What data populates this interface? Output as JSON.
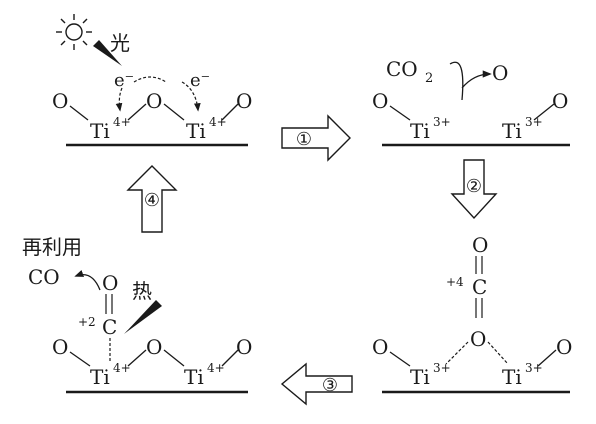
{
  "panel1": {
    "light": "光",
    "e_left": "e⁻",
    "e_right": "e⁻",
    "o_left": "O",
    "o_bridge": "O",
    "o_right": "O",
    "ti_left": "Ti",
    "ti_left_charge": "4+",
    "ti_right": "Ti",
    "ti_right_charge": "4+"
  },
  "panel2": {
    "co2": "CO",
    "co2_sub": "2",
    "o_released": "O",
    "o_left": "O",
    "o_right": "O",
    "ti_left": "Ti",
    "ti_left_charge": "3+",
    "ti_right": "Ti",
    "ti_right_charge": "3+"
  },
  "panel3": {
    "o_top": "O",
    "c_center": "C",
    "c_charge": "+4",
    "o_bridge": "O",
    "o_left": "O",
    "o_right": "O",
    "ti_left": "Ti",
    "ti_left_charge": "3+",
    "ti_right": "Ti",
    "ti_right_charge": "3+"
  },
  "panel4": {
    "reuse": "再利用",
    "co": "CO",
    "heat": "热",
    "o_top": "O",
    "c_center": "C",
    "c_charge": "+2",
    "o_left": "O",
    "o_bridge": "O",
    "o_right": "O",
    "ti_left": "Ti",
    "ti_left_charge": "4+",
    "ti_right": "Ti",
    "ti_right_charge": "4+"
  },
  "steps": {
    "step1": "①",
    "step2": "②",
    "step3": "③",
    "step4": "④"
  }
}
